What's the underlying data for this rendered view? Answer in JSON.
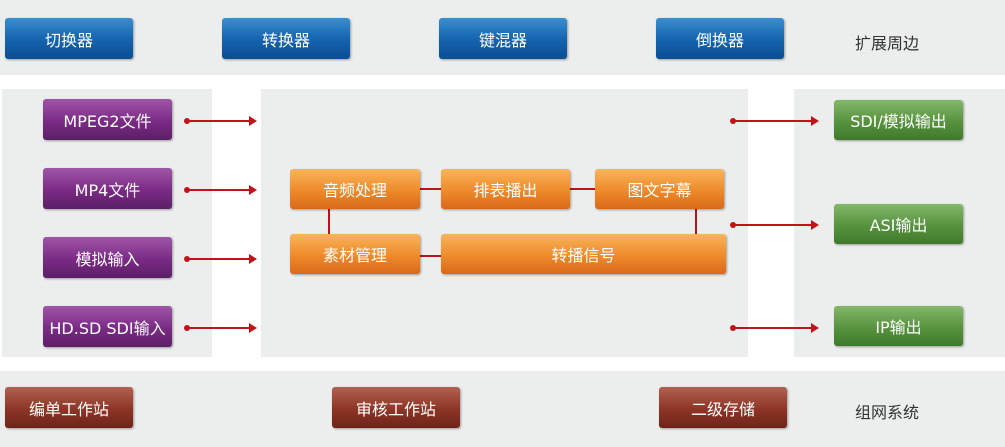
{
  "top": {
    "buttons": [
      "切换器",
      "转换器",
      "键混器",
      "倒换器"
    ],
    "label": "扩展周边"
  },
  "inputs": [
    "MPEG2文件",
    "MP4文件",
    "模拟输入",
    "HD.SD SDI输入"
  ],
  "core": {
    "audio": "音频处理",
    "schedule": "排表播出",
    "graphics": "图文字幕",
    "media": "素材管理",
    "relay": "转播信号"
  },
  "outputs": [
    "SDI/模拟输出",
    "ASI输出",
    "IP输出"
  ],
  "bottom": {
    "buttons": [
      "编单工作站",
      "审核工作站",
      "二级存储"
    ],
    "label": "组网系统"
  }
}
